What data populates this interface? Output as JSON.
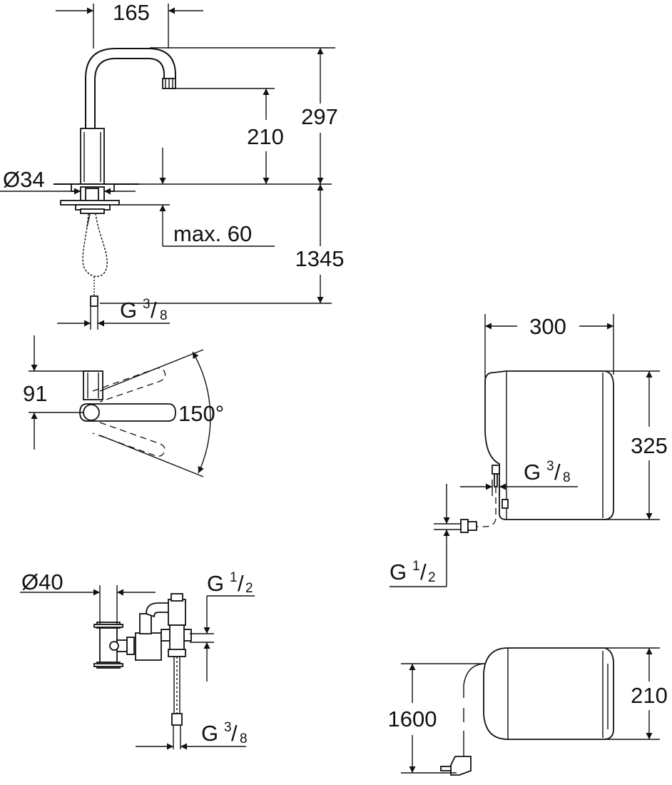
{
  "faucet": {
    "dim_spout_reach": "165",
    "dim_total_height": "297",
    "dim_spout_height": "210",
    "dim_diameter": "Ø34",
    "dim_deck_thickness": "max. 60",
    "dim_hose_length": "1345",
    "thread": {
      "prefix": "G",
      "num": "3",
      "den": "8"
    }
  },
  "swivel": {
    "dim_offset": "91",
    "dim_angle": "150°"
  },
  "valve": {
    "dim_diameter": "Ø40",
    "thread_top": {
      "prefix": "G",
      "num": "1",
      "den": "2"
    },
    "thread_bottom": {
      "prefix": "G",
      "num": "3",
      "den": "8"
    }
  },
  "control_box_front": {
    "dim_width": "300",
    "dim_height": "325",
    "thread_outlet": {
      "prefix": "G",
      "num": "3",
      "den": "8"
    },
    "thread_inlet": {
      "prefix": "G",
      "num": "1",
      "den": "2"
    }
  },
  "control_box_side": {
    "dim_cable_length": "1600",
    "dim_depth": "210"
  }
}
